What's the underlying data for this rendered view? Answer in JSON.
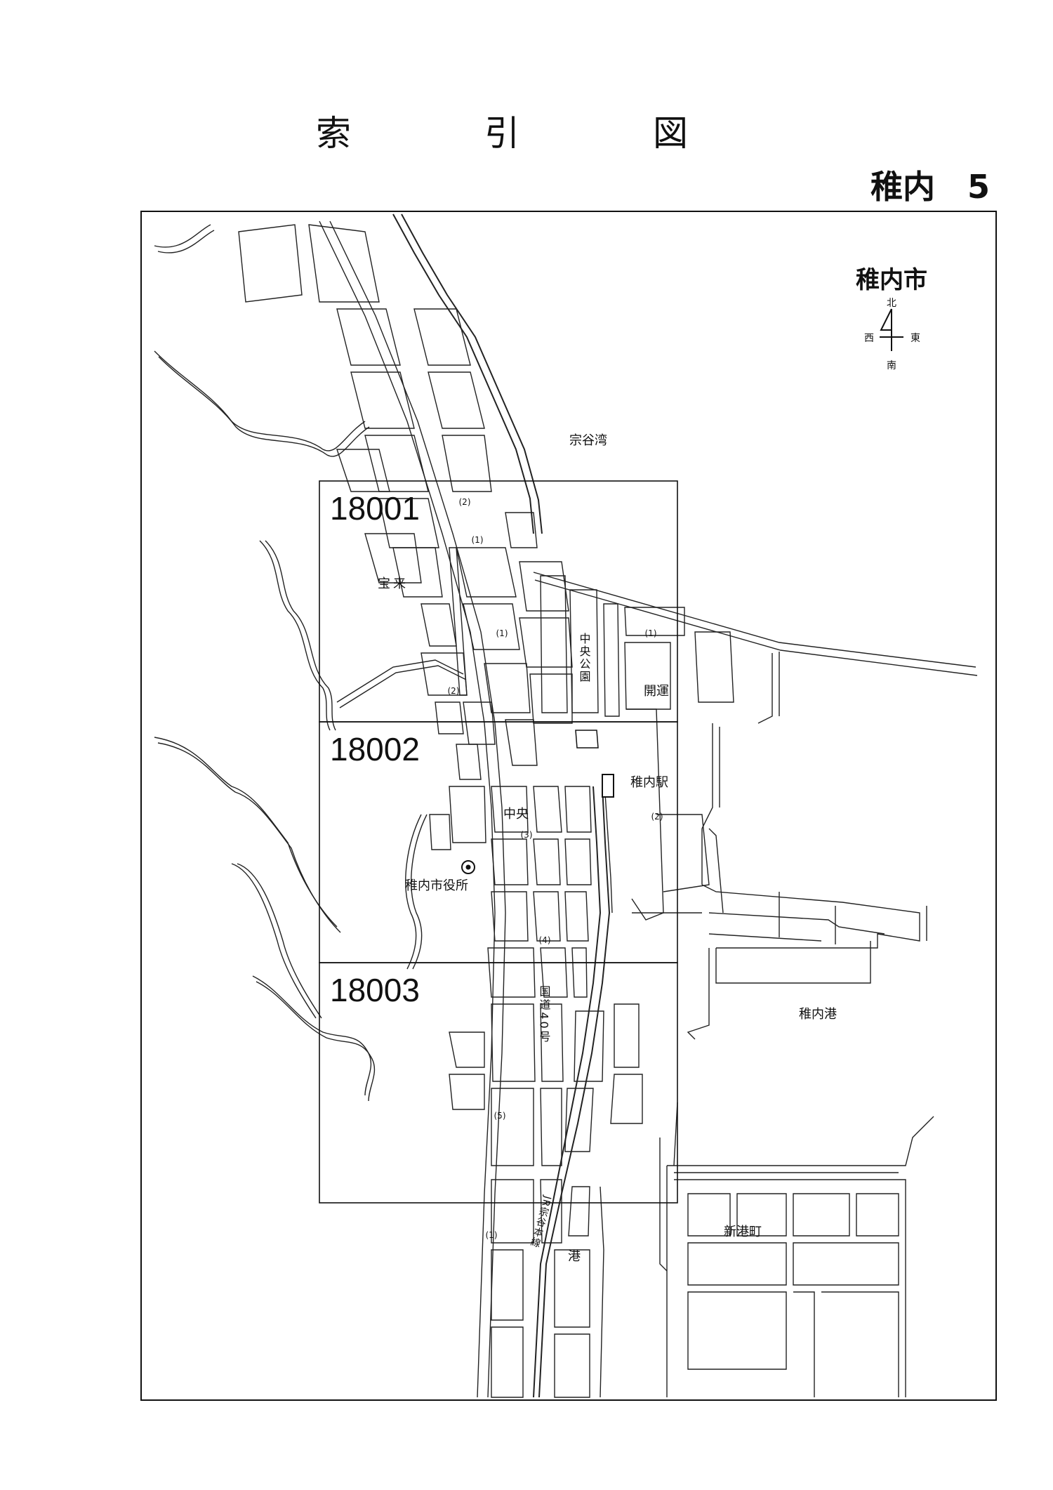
{
  "page": {
    "title": "索　引　図",
    "subtitle": "稚内　5"
  },
  "map": {
    "city": "稚内市",
    "compass": {
      "north": "北",
      "south": "南",
      "west": "西",
      "east": "東"
    },
    "index_sheets": [
      {
        "id": "sheet-18001",
        "label": "18001"
      },
      {
        "id": "sheet-18002",
        "label": "18002"
      },
      {
        "id": "sheet-18003",
        "label": "18003"
      }
    ],
    "labels": {
      "soya_bay": "宗谷湾",
      "horai": "宝来",
      "chuo_park": "中央公園",
      "kaiun": "開運",
      "wakkanai_station": "稚内駅",
      "chuo": "中央",
      "city_hall": "稚内市役所",
      "wakkanai_port": "稚内港",
      "route40": "国道40号",
      "minato": "港",
      "shinkomachi": "新港町",
      "jr_line": "JR宗谷本線"
    },
    "block_numbers": {
      "n2_top": "(2)",
      "n1_top": "(1)",
      "n1_mid": "(1)",
      "n1_kaiun": "(1)",
      "n2_left": "(2)",
      "n2_station": "(2)",
      "n3": "(3)",
      "n4": "(4)",
      "n5": "(5)",
      "n1_bottom": "(1)"
    }
  }
}
